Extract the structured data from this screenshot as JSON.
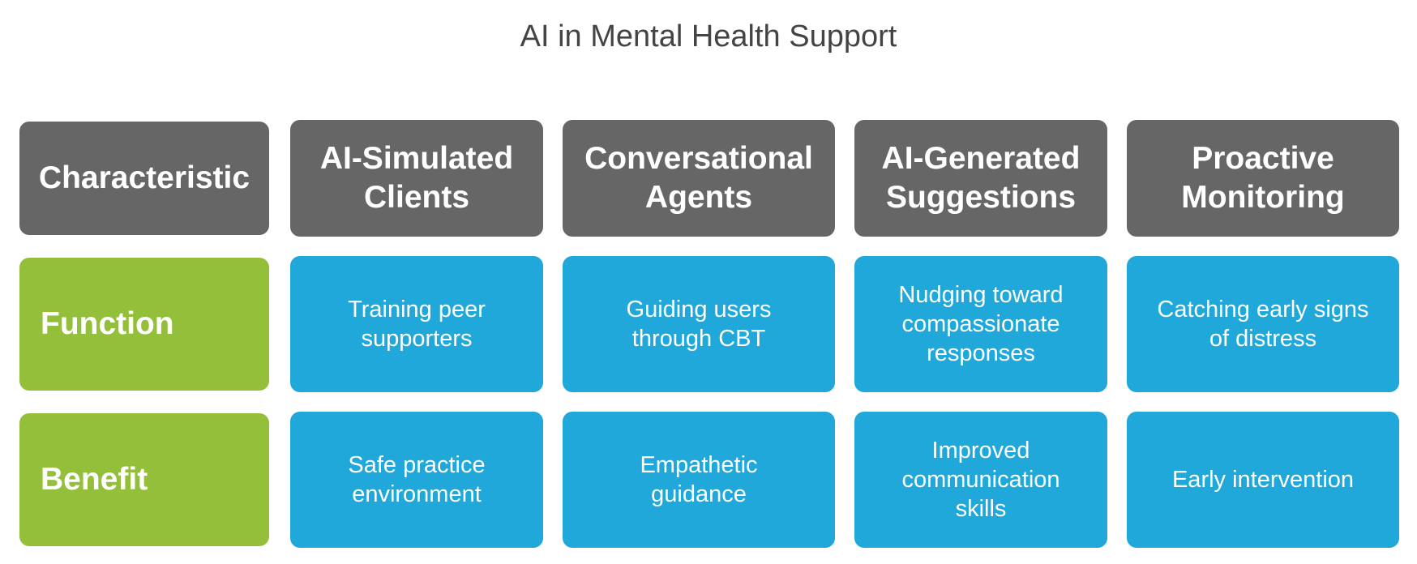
{
  "title": "AI in Mental Health Support",
  "corner_label": "Characteristic",
  "columns": [
    {
      "header": "AI-Simulated\nClients",
      "function": "Training peer\nsupporters",
      "benefit": "Safe practice\nenvironment"
    },
    {
      "header": "Conversational\nAgents",
      "function": "Guiding users\nthrough CBT",
      "benefit": "Empathetic\nguidance"
    },
    {
      "header": "AI-Generated\nSuggestions",
      "function": "Nudging toward\ncompassionate\nresponses",
      "benefit": "Improved\ncommunication\nskills"
    },
    {
      "header": "Proactive\nMonitoring",
      "function": "Catching early signs\nof distress",
      "benefit": "Early intervention"
    }
  ],
  "rows": [
    {
      "label": "Function"
    },
    {
      "label": "Benefit"
    }
  ],
  "colors": {
    "header_bg": "#666666",
    "row_label_bg": "#93bf3b",
    "cell_bg": "#1fa8d9",
    "title_text": "#444444"
  }
}
